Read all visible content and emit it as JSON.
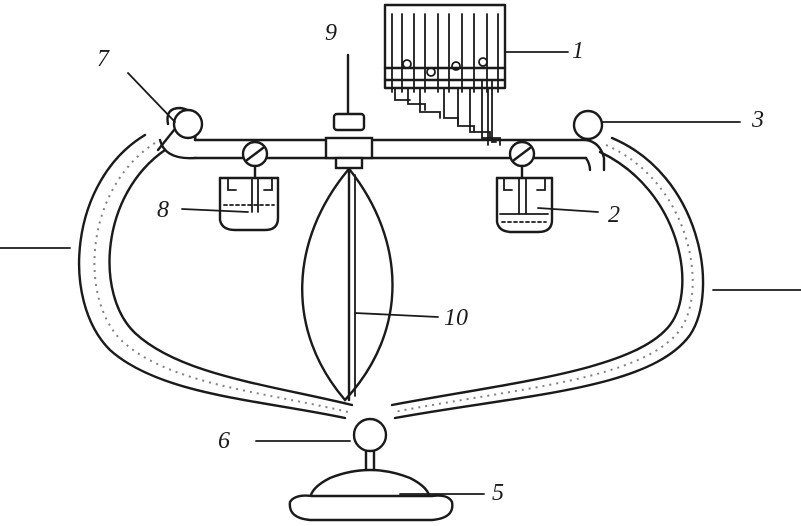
{
  "diagram": {
    "labels": {
      "l1": "1",
      "l2": "2",
      "l3": "3",
      "l4": "",
      "l5": "5",
      "l6": "6",
      "l7": "7",
      "l8": "8",
      "l9": "9",
      "l10": "10"
    }
  }
}
